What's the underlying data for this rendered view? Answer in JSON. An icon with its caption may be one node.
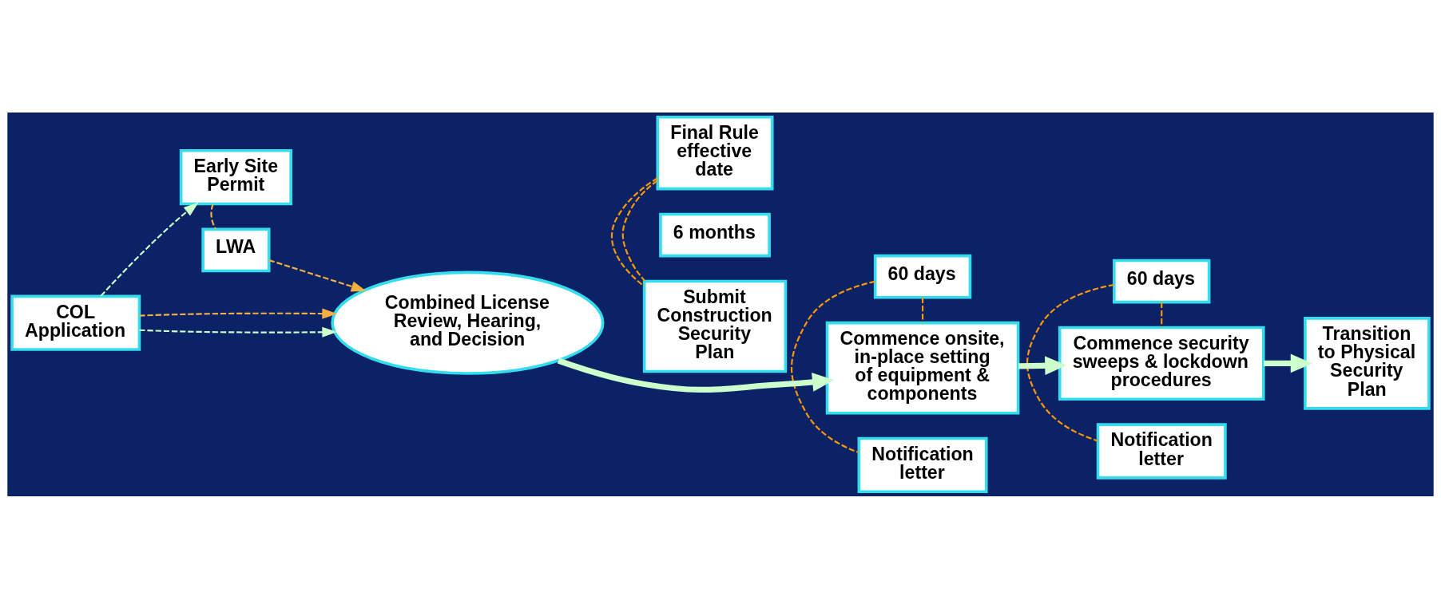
{
  "diagram": {
    "nodes": [
      {
        "text": [
          "Final Rule effective date"
        ]
      },
      {
        "text": [
          "Early Site Permit"
        ]
      },
      {
        "text": [
          "LWA"
        ]
      },
      {
        "text": [
          "60 days"
        ]
      },
      {
        "text": [
          "60 days"
        ]
      },
      {
        "text": [
          "6 months"
        ]
      },
      {
        "text": [
          "COL Application"
        ]
      },
      {
        "text": [
          "Combined License Review, Hearing, and Decision"
        ]
      },
      {
        "text": [
          "Commence onsite, in-place setting of equipment & components"
        ]
      },
      {
        "text": [
          "Commence security sweeps & lockdown procedures"
        ]
      },
      {
        "text": [
          "Transition to Physical Security Plan"
        ]
      },
      {
        "text": [
          "Submit Construction Security Plan"
        ]
      },
      {
        "text": [
          "Notification letter"
        ]
      },
      {
        "text": [
          "Notification letter"
        ]
      }
    ],
    "edges": [
      {
        "from": 6,
        "to": 1,
        "arrow": "to",
        "style": "dashed",
        "color": "#ccffcc"
      },
      {
        "from": 6,
        "to": 7,
        "arrow": "to",
        "style": "dashed",
        "color": "#ccffcc"
      },
      {
        "from": 6,
        "to": 7,
        "arrow": "to",
        "style": "dashed",
        "color": "#f5b041"
      },
      {
        "from": 1,
        "to": 2,
        "arrow": "none",
        "style": "dashed",
        "color": "#f5b041"
      },
      {
        "from": 2,
        "to": 7,
        "arrow": "to",
        "style": "dashed",
        "color": "#f5b041"
      },
      {
        "from": 7,
        "to": 8,
        "arrow": "to",
        "style": "thick",
        "color": "#ccffcc"
      },
      {
        "from": 8,
        "to": 9,
        "arrow": "to",
        "style": "thick",
        "color": "#ccffcc"
      },
      {
        "from": 9,
        "to": 10,
        "arrow": "to",
        "style": "thick",
        "color": "#ccffcc"
      },
      {
        "from": 0,
        "to": 11,
        "arrow": "none",
        "style": "dashed",
        "color": "#ff9900"
      },
      {
        "from": 0,
        "to": 11,
        "arrow": "none",
        "style": "dashed",
        "color": "#ff9900"
      },
      {
        "from": 3,
        "to": 12,
        "arrow": "none",
        "style": "dashed",
        "color": "#ff9900"
      },
      {
        "from": 3,
        "to": 8,
        "arrow": "none",
        "style": "dashed",
        "color": "#ff9900"
      },
      {
        "from": 4,
        "to": 13,
        "arrow": "none",
        "style": "dashed",
        "color": "#ff9900"
      },
      {
        "from": 4,
        "to": 9,
        "arrow": "none",
        "style": "dashed",
        "color": "#ff9900"
      }
    ]
  }
}
